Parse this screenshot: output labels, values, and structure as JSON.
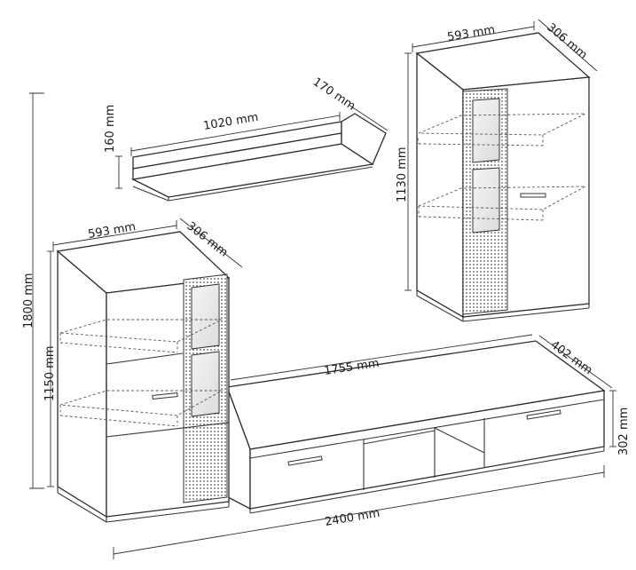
{
  "dimensions": {
    "shelf_width": "1020 mm",
    "shelf_depth": "170 mm",
    "shelf_height": "160 mm",
    "right_cabinet_width": "593 mm",
    "right_cabinet_depth": "306 mm",
    "right_cabinet_height": "1130 mm",
    "left_cabinet_width": "593 mm",
    "left_cabinet_depth": "306 mm",
    "left_cabinet_height": "1150 mm",
    "total_height": "1800 mm",
    "tv_unit_width": "1755 mm",
    "tv_unit_depth": "402 mm",
    "tv_unit_height": "302 mm",
    "total_width": "2400 mm"
  }
}
